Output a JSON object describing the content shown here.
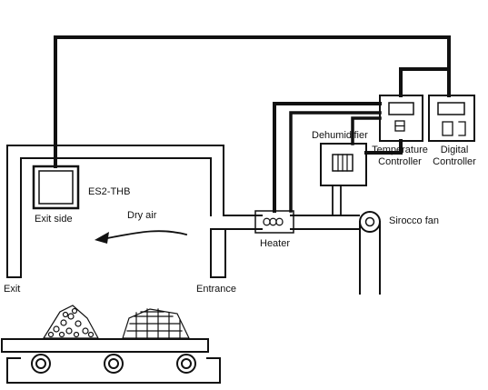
{
  "labels": {
    "sensor": "ES2-THB",
    "exit_side": "Exit side",
    "dry_air": "Dry air",
    "dehumidifier": "Dehumidifier",
    "temperature_line1": "Temperature",
    "temperature_line2": "Controller",
    "digital_line1": "Digital",
    "digital_line2": "Controller",
    "sirocco_fan": "Sirocco fan",
    "heater": "Heater",
    "exit": "Exit",
    "entrance": "Entrance"
  }
}
